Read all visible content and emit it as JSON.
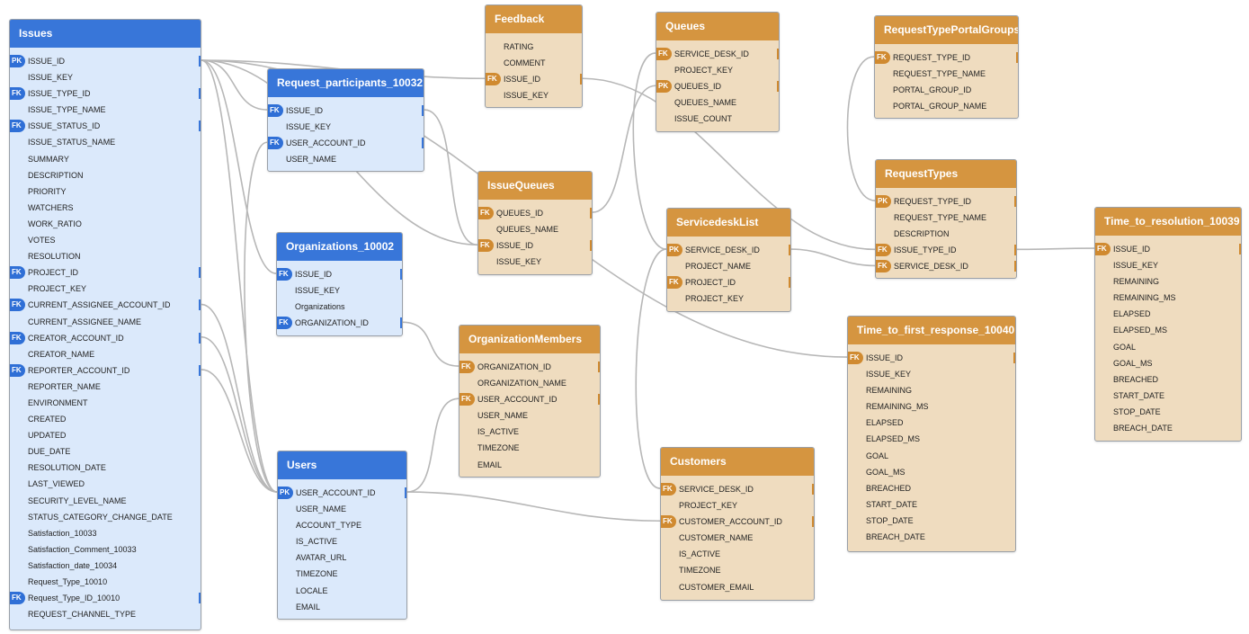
{
  "colors": {
    "blue_header": "#3876d9",
    "blue_body": "#dbe9fb",
    "orange_header": "#d59540",
    "orange_body": "#efdcbf",
    "link": "#b7b7b7"
  },
  "tables": [
    {
      "id": "issues",
      "name": "Issues",
      "theme": "blue",
      "columns": [
        {
          "name": "ISSUE_ID",
          "key": "PK",
          "port": true
        },
        {
          "name": "ISSUE_KEY"
        },
        {
          "name": "ISSUE_TYPE_ID",
          "key": "FK",
          "port": true
        },
        {
          "name": "ISSUE_TYPE_NAME"
        },
        {
          "name": "ISSUE_STATUS_ID",
          "key": "FK",
          "port": true
        },
        {
          "name": "ISSUE_STATUS_NAME"
        },
        {
          "name": "SUMMARY"
        },
        {
          "name": "DESCRIPTION"
        },
        {
          "name": "PRIORITY"
        },
        {
          "name": "WATCHERS"
        },
        {
          "name": "WORK_RATIO"
        },
        {
          "name": "VOTES"
        },
        {
          "name": "RESOLUTION"
        },
        {
          "name": "PROJECT_ID",
          "key": "FK",
          "port": true
        },
        {
          "name": "PROJECT_KEY"
        },
        {
          "name": "CURRENT_ASSIGNEE_ACCOUNT_ID",
          "key": "FK",
          "port": true
        },
        {
          "name": "CURRENT_ASSIGNEE_NAME"
        },
        {
          "name": "CREATOR_ACCOUNT_ID",
          "key": "FK",
          "port": true
        },
        {
          "name": "CREATOR_NAME"
        },
        {
          "name": "REPORTER_ACCOUNT_ID",
          "key": "FK",
          "port": true
        },
        {
          "name": "REPORTER_NAME"
        },
        {
          "name": "ENVIRONMENT"
        },
        {
          "name": "CREATED"
        },
        {
          "name": "UPDATED"
        },
        {
          "name": "DUE_DATE"
        },
        {
          "name": "RESOLUTION_DATE"
        },
        {
          "name": "LAST_VIEWED"
        },
        {
          "name": "SECURITY_LEVEL_NAME"
        },
        {
          "name": "STATUS_CATEGORY_CHANGE_DATE"
        },
        {
          "name": "Satisfaction_10033"
        },
        {
          "name": "Satisfaction_Comment_10033"
        },
        {
          "name": "Satisfaction_date_10034"
        },
        {
          "name": "Request_Type_10010"
        },
        {
          "name": "Request_Type_ID_10010",
          "key": "FK",
          "port": true
        },
        {
          "name": "REQUEST_CHANNEL_TYPE"
        }
      ]
    },
    {
      "id": "request-participants",
      "name": "Request_participants_10032",
      "theme": "blue",
      "columns": [
        {
          "name": "ISSUE_ID",
          "key": "FK",
          "port": true
        },
        {
          "name": "ISSUE_KEY"
        },
        {
          "name": "USER_ACCOUNT_ID",
          "key": "FK",
          "port": true
        },
        {
          "name": "USER_NAME"
        }
      ]
    },
    {
      "id": "organizations",
      "name": "Organizations_10002",
      "theme": "blue",
      "columns": [
        {
          "name": "ISSUE_ID",
          "key": "FK",
          "port": true
        },
        {
          "name": "ISSUE_KEY"
        },
        {
          "name": "Organizations"
        },
        {
          "name": "ORGANIZATION_ID",
          "key": "FK",
          "port": true
        }
      ]
    },
    {
      "id": "users",
      "name": "Users",
      "theme": "blue",
      "columns": [
        {
          "name": "USER_ACCOUNT_ID",
          "key": "PK",
          "port": true
        },
        {
          "name": "USER_NAME"
        },
        {
          "name": "ACCOUNT_TYPE"
        },
        {
          "name": "IS_ACTIVE"
        },
        {
          "name": "AVATAR_URL"
        },
        {
          "name": "TIMEZONE"
        },
        {
          "name": "LOCALE"
        },
        {
          "name": "EMAIL"
        }
      ]
    },
    {
      "id": "feedback",
      "name": "Feedback",
      "theme": "orange",
      "columns": [
        {
          "name": "RATING"
        },
        {
          "name": "COMMENT"
        },
        {
          "name": "ISSUE_ID",
          "key": "FK",
          "port": true
        },
        {
          "name": "ISSUE_KEY"
        }
      ]
    },
    {
      "id": "issue-queues",
      "name": "IssueQueues",
      "theme": "orange",
      "columns": [
        {
          "name": "QUEUES_ID",
          "key": "FK",
          "port": true
        },
        {
          "name": "QUEUES_NAME"
        },
        {
          "name": "ISSUE_ID",
          "key": "FK",
          "port": true
        },
        {
          "name": "ISSUE_KEY"
        }
      ]
    },
    {
      "id": "organization-members",
      "name": "OrganizationMembers",
      "theme": "orange",
      "columns": [
        {
          "name": "ORGANIZATION_ID",
          "key": "FK",
          "port": true
        },
        {
          "name": "ORGANIZATION_NAME"
        },
        {
          "name": "USER_ACCOUNT_ID",
          "key": "FK",
          "port": true
        },
        {
          "name": "USER_NAME"
        },
        {
          "name": "IS_ACTIVE"
        },
        {
          "name": "TIMEZONE"
        },
        {
          "name": "EMAIL"
        }
      ]
    },
    {
      "id": "queues",
      "name": "Queues",
      "theme": "orange",
      "columns": [
        {
          "name": "SERVICE_DESK_ID",
          "key": "FK",
          "port": true
        },
        {
          "name": "PROJECT_KEY"
        },
        {
          "name": "QUEUES_ID",
          "key": "PK",
          "port": true
        },
        {
          "name": "QUEUES_NAME"
        },
        {
          "name": "ISSUE_COUNT"
        }
      ]
    },
    {
      "id": "servicedesk-list",
      "name": "ServicedeskList",
      "theme": "orange",
      "columns": [
        {
          "name": "SERVICE_DESK_ID",
          "key": "PK",
          "port": true
        },
        {
          "name": "PROJECT_NAME"
        },
        {
          "name": "PROJECT_ID",
          "key": "FK",
          "port": true
        },
        {
          "name": "PROJECT_KEY"
        }
      ]
    },
    {
      "id": "customers",
      "name": "Customers",
      "theme": "orange",
      "columns": [
        {
          "name": "SERVICE_DESK_ID",
          "key": "FK",
          "port": true
        },
        {
          "name": "PROJECT_KEY"
        },
        {
          "name": "CUSTOMER_ACCOUNT_ID",
          "key": "FK",
          "port": true
        },
        {
          "name": "CUSTOMER_NAME"
        },
        {
          "name": "IS_ACTIVE"
        },
        {
          "name": "TIMEZONE"
        },
        {
          "name": "CUSTOMER_EMAIL"
        }
      ]
    },
    {
      "id": "request-type-portal-groups",
      "name": "RequestTypePortalGroups",
      "theme": "orange",
      "columns": [
        {
          "name": "REQUEST_TYPE_ID",
          "key": "FK",
          "port": true
        },
        {
          "name": "REQUEST_TYPE_NAME"
        },
        {
          "name": "PORTAL_GROUP_ID"
        },
        {
          "name": "PORTAL_GROUP_NAME"
        }
      ]
    },
    {
      "id": "request-types",
      "name": "RequestTypes",
      "theme": "orange",
      "columns": [
        {
          "name": "REQUEST_TYPE_ID",
          "key": "PK",
          "port": true
        },
        {
          "name": "REQUEST_TYPE_NAME"
        },
        {
          "name": "DESCRIPTION"
        },
        {
          "name": "ISSUE_TYPE_ID",
          "key": "FK",
          "port": true
        },
        {
          "name": "SERVICE_DESK_ID",
          "key": "FK",
          "port": true
        }
      ]
    },
    {
      "id": "time-to-first-response",
      "name": "Time_to_first_response_10040",
      "theme": "orange",
      "columns": [
        {
          "name": "ISSUE_ID",
          "key": "FK",
          "port": true
        },
        {
          "name": "ISSUE_KEY"
        },
        {
          "name": "REMAINING"
        },
        {
          "name": "REMAINING_MS"
        },
        {
          "name": "ELAPSED"
        },
        {
          "name": "ELAPSED_MS"
        },
        {
          "name": "GOAL"
        },
        {
          "name": "GOAL_MS"
        },
        {
          "name": "BREACHED"
        },
        {
          "name": "START_DATE"
        },
        {
          "name": "STOP_DATE"
        },
        {
          "name": "BREACH_DATE"
        }
      ]
    },
    {
      "id": "time-to-resolution",
      "name": "Time_to_resolution_10039",
      "theme": "orange",
      "columns": [
        {
          "name": "ISSUE_ID",
          "key": "FK",
          "port": true
        },
        {
          "name": "ISSUE_KEY"
        },
        {
          "name": "REMAINING"
        },
        {
          "name": "REMAINING_MS"
        },
        {
          "name": "ELAPSED"
        },
        {
          "name": "ELAPSED_MS"
        },
        {
          "name": "GOAL"
        },
        {
          "name": "GOAL_MS"
        },
        {
          "name": "BREACHED"
        },
        {
          "name": "START_DATE"
        },
        {
          "name": "STOP_DATE"
        },
        {
          "name": "BREACH_DATE"
        }
      ]
    }
  ],
  "relationships": [
    {
      "from": [
        "issues",
        0
      ],
      "to": [
        "request-participants",
        0
      ]
    },
    {
      "from": [
        "issues",
        0
      ],
      "to": [
        "feedback",
        2
      ]
    },
    {
      "from": [
        "issues",
        0
      ],
      "to": [
        "organizations",
        0
      ]
    },
    {
      "from": [
        "issues",
        0
      ],
      "to": [
        "issue-queues",
        2
      ]
    },
    {
      "from": [
        "issues",
        0
      ],
      "to": [
        "time-to-first-response",
        0
      ]
    },
    {
      "from": [
        "issues",
        0
      ],
      "to": [
        "users",
        0
      ]
    },
    {
      "from": [
        "issues",
        15
      ],
      "to": [
        "users",
        0
      ]
    },
    {
      "from": [
        "issues",
        17
      ],
      "to": [
        "users",
        0
      ]
    },
    {
      "from": [
        "issues",
        19
      ],
      "to": [
        "users",
        0
      ]
    },
    {
      "from": [
        "request-participants",
        2
      ],
      "to": [
        "users",
        0
      ]
    },
    {
      "from": [
        "request-participants",
        0
      ],
      "to": [
        "issue-queues",
        2
      ]
    },
    {
      "from": [
        "organizations",
        3
      ],
      "to": [
        "organization-members",
        0
      ]
    },
    {
      "from": [
        "users",
        0
      ],
      "to": [
        "organization-members",
        2
      ]
    },
    {
      "from": [
        "users",
        0
      ],
      "to": [
        "customers",
        2
      ]
    },
    {
      "from": [
        "issue-queues",
        0
      ],
      "to": [
        "queues",
        2
      ]
    },
    {
      "from": [
        "queues",
        0
      ],
      "to": [
        "servicedesk-list",
        0
      ]
    },
    {
      "from": [
        "servicedesk-list",
        0
      ],
      "to": [
        "customers",
        0
      ]
    },
    {
      "from": [
        "servicedesk-list",
        0
      ],
      "to": [
        "request-types",
        4
      ]
    },
    {
      "from": [
        "feedback",
        2
      ],
      "to": [
        "request-types",
        3
      ]
    },
    {
      "from": [
        "request-types",
        0
      ],
      "to": [
        "request-type-portal-groups",
        0
      ]
    },
    {
      "from": [
        "request-types",
        3
      ],
      "to": [
        "time-to-resolution",
        0
      ]
    }
  ]
}
